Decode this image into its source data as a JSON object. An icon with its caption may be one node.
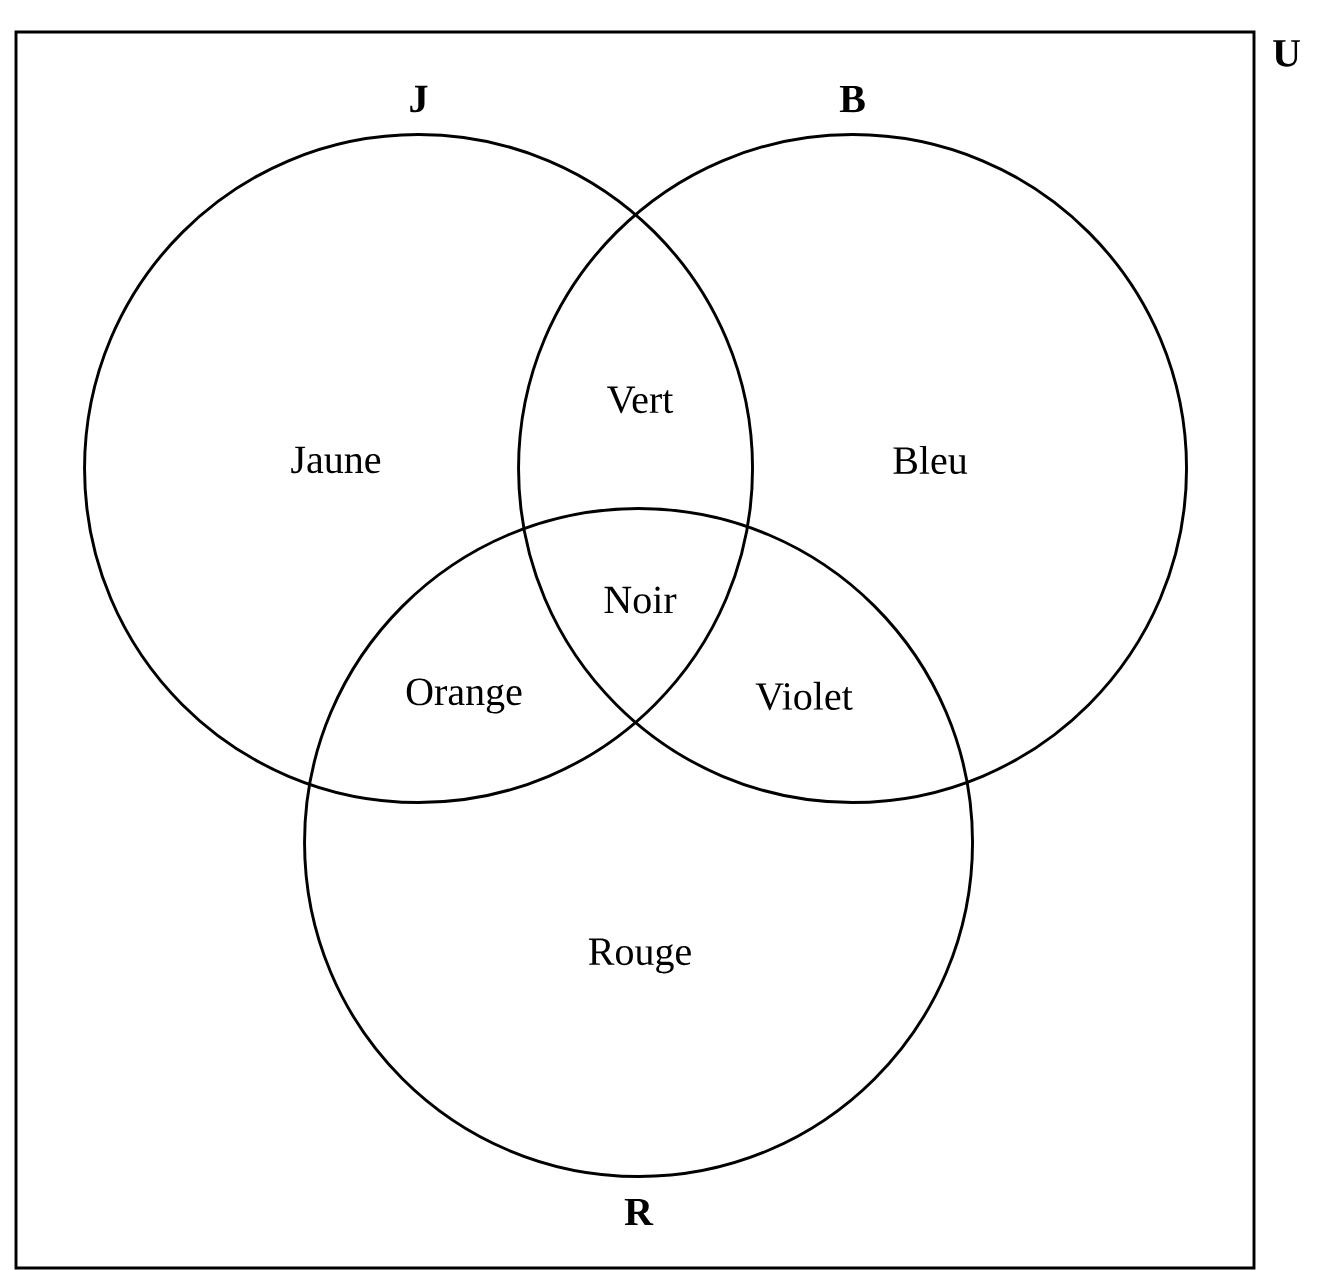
{
  "diagram": {
    "nodes": [
      {
        "text": [
          "U"
        ]
      },
      {
        "text": [
          "J"
        ],
        "in": 0
      },
      {
        "text": [
          "B"
        ],
        "in": 0
      },
      {
        "text": [
          "R"
        ],
        "in": 0
      }
    ],
    "labels": [
      "Vert",
      "Jaune",
      "Bleu",
      "Noir",
      "Orange",
      "Violet",
      "Rouge"
    ]
  }
}
